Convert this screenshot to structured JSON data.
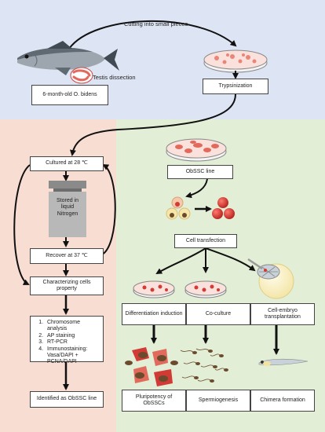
{
  "top": {
    "cutting_label": "Cutting into small pieces",
    "testis_label": "Testis dissection",
    "fish_box": "6-month-old O. bidens",
    "trypsin_box": "Trypsinization"
  },
  "left": {
    "cultured_box": "Cultured at 28 ℃",
    "storage_box": "Stored in liquid Nitrogen",
    "recover_box": "Recover at 37 ℃",
    "characterize_box": "Characterizing cells property",
    "assays": [
      "Chromosome analysis",
      "AP staining",
      "RT-PCR",
      "Immunostaining: Vasa/DAPI + PCNA/DAPI"
    ],
    "identified_box": "Identified as ObSSC line"
  },
  "right": {
    "line_box": "ObSSC line",
    "transfection_box": "Cell transfection",
    "branches": [
      "Differentiation induction",
      "Co-culture",
      "Cell-embryo transplantation"
    ],
    "outcomes": [
      "Pluripotency of ObSSCs",
      "Spermiogenesis",
      "Chimera formation"
    ]
  },
  "colors": {
    "top_bg": "#dde4f3",
    "left_bg": "#f7ddd2",
    "right_bg": "#e2eed6",
    "cell_red": "#d23a35",
    "tissue_pink": "#e98678"
  }
}
